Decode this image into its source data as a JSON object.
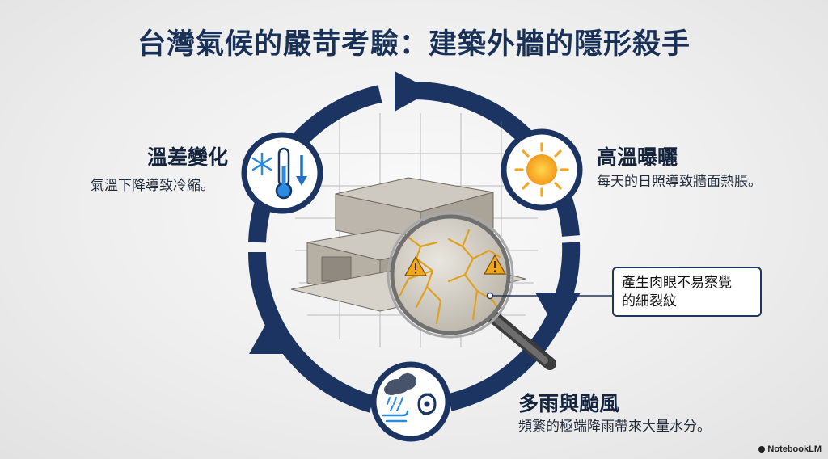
{
  "title": "台灣氣候的嚴苛考驗：建築外牆的隱形殺手",
  "factors": {
    "temperature": {
      "heading": "溫差變化",
      "description": "氣溫下降導致冷縮。",
      "icon": "snowflake-thermometer-icon"
    },
    "heat": {
      "heading": "高溫曝曬",
      "description": "每天的日照導致牆面熱脹。",
      "icon": "sun-icon"
    },
    "rain": {
      "heading": "多雨與颱風",
      "description": "頻繁的極端降雨帶來大量水分。",
      "icon": "rain-typhoon-icon"
    }
  },
  "callout": {
    "line1": "產生肉眼不易察覺",
    "line2": "的細裂紋"
  },
  "brand": "NotebookLM",
  "colors": {
    "navy": "#1b3461",
    "crack": "#e0a020",
    "warning": "#f0a818",
    "sun": "#f5a623"
  }
}
